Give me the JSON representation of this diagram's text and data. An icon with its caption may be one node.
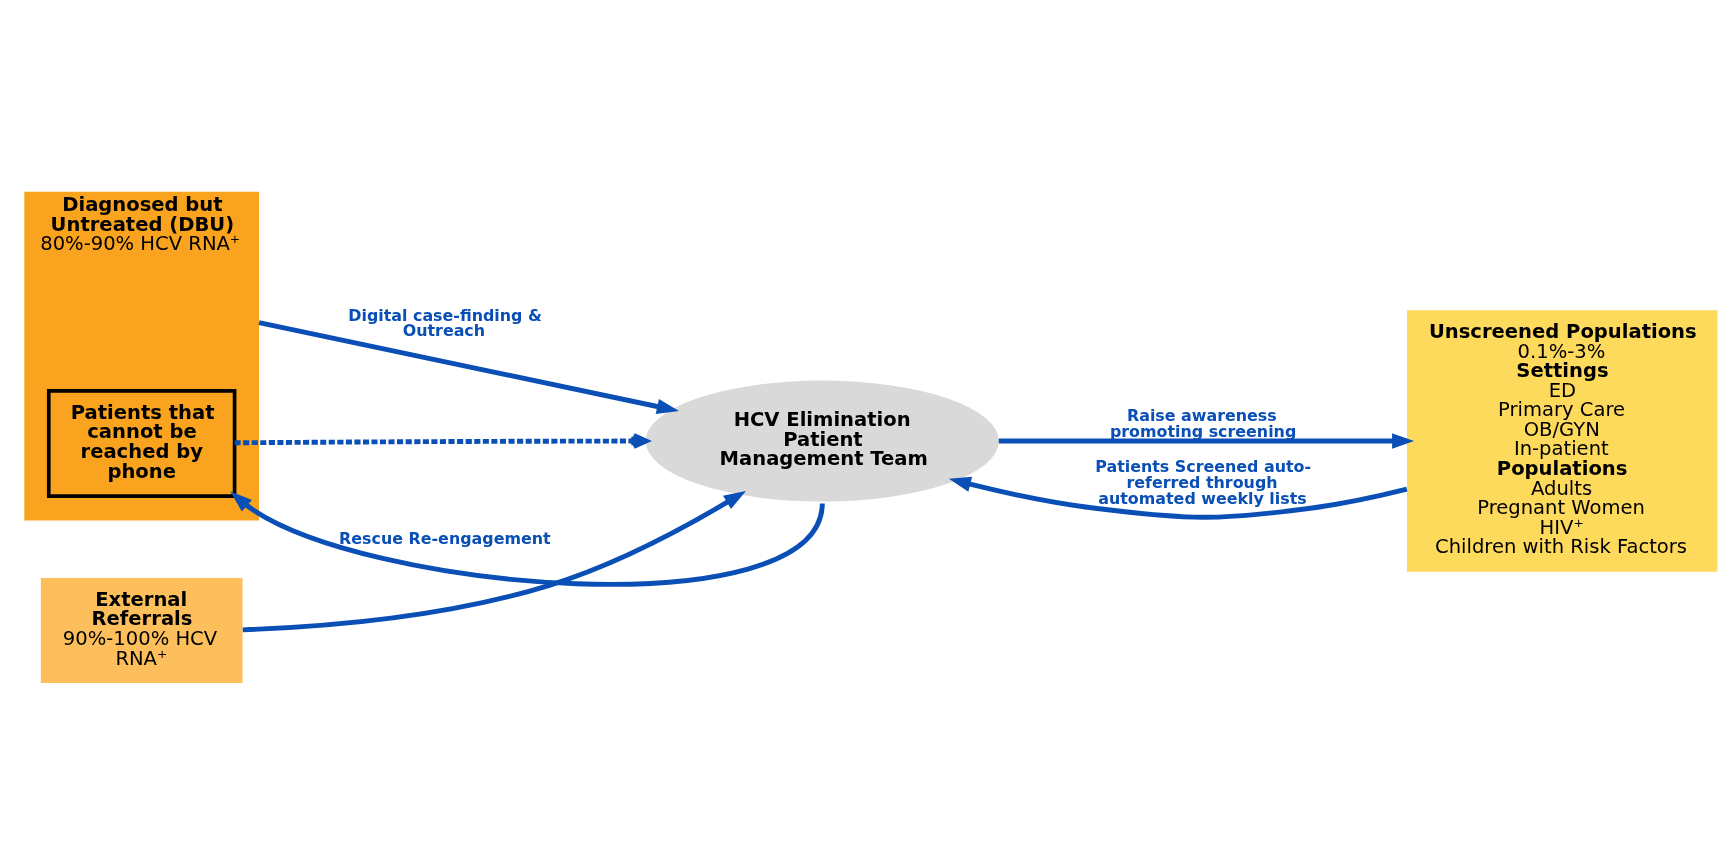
{
  "diagram": {
    "nodes": [
      {
        "text": [
          "Diagnosed but Untreated (DBU)",
          "80%-90% HCV RNA⁺"
        ]
      },
      {
        "text": [
          "Patients that cannot be reached by phone"
        ],
        "in": 0
      },
      {
        "text": [
          "HCV Elimination Patient Management Team"
        ]
      },
      {
        "text": [
          "Unscreened Populations",
          "0.1%-3%",
          "Settings",
          "ED",
          "Primary Care",
          "OB/GYN",
          "In-patient",
          "Populations",
          "Adults",
          "Pregnant Women",
          "HIV⁺",
          "Children with Risk Factors"
        ]
      },
      {
        "text": [
          "External Referrals",
          "90%-100% HCV RNA⁺"
        ]
      }
    ],
    "edges": [
      {
        "from": 0,
        "to": 2,
        "label": "Digital case-finding & Outreach",
        "arrow": "to"
      },
      {
        "from": 1,
        "to": 2,
        "arrow": "to",
        "style": "dashed"
      },
      {
        "from": 2,
        "to": 1,
        "label": "Rescue Re-engagement",
        "arrow": "to"
      },
      {
        "from": 2,
        "to": 3,
        "label": "Raise awareness promoting screening",
        "arrow": "to"
      },
      {
        "from": 3,
        "to": 2,
        "label": "Patients Screened auto-referred through automated weekly lists",
        "arrow": "to"
      },
      {
        "from": 4,
        "to": 2,
        "arrow": "to"
      }
    ]
  }
}
